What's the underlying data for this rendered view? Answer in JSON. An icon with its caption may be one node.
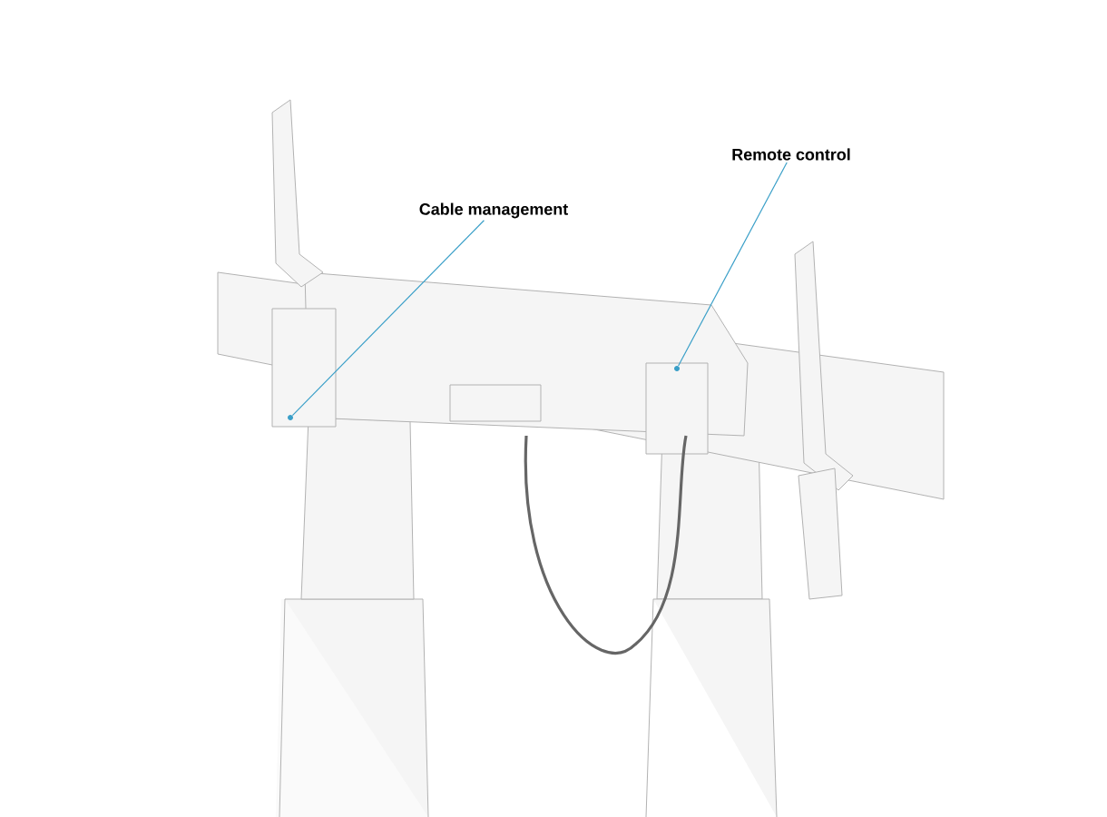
{
  "diagram": {
    "nodes": [
      {
        "text": [
          "Cable management"
        ]
      },
      {
        "text": [],
        "shape": "circle"
      },
      {
        "text": [
          "Remote control"
        ]
      },
      {
        "text": [],
        "shape": "circle"
      }
    ],
    "edges": [
      {
        "from": 0,
        "to": 1,
        "arrow": "none",
        "color": "#3a9fc8"
      },
      {
        "from": 2,
        "to": 3,
        "arrow": "none",
        "color": "#3a9fc8"
      }
    ]
  }
}
